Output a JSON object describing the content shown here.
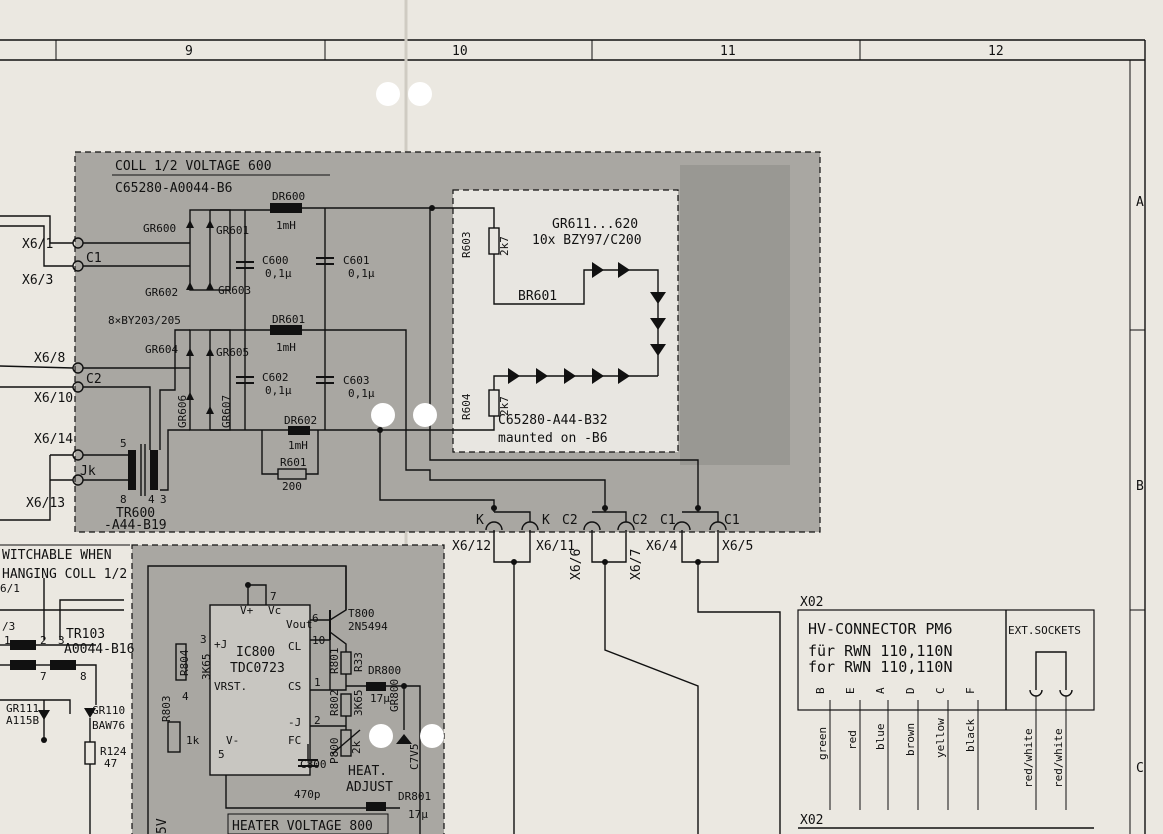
{
  "grid": {
    "columns": [
      "9",
      "10",
      "11",
      "12"
    ],
    "rows": [
      "A",
      "B",
      "C"
    ]
  },
  "coll_board": {
    "title": "COLL 1/2   VOLTAGE 600",
    "part_no": "C65280-A0044-B6",
    "diode_note": "8×BY203/205",
    "diodes": [
      "GR600",
      "GR601",
      "GR602",
      "GR603",
      "GR604",
      "GR605",
      "GR606",
      "GR607"
    ],
    "chokes": [
      {
        "ref": "DR600",
        "value": "1mH"
      },
      {
        "ref": "DR601",
        "value": "1mH"
      },
      {
        "ref": "DR602",
        "value": "1mH"
      }
    ],
    "caps": [
      {
        "ref": "C600",
        "value": "0,1μ"
      },
      {
        "ref": "C601",
        "value": "0,1μ"
      },
      {
        "ref": "C602",
        "value": "0,1μ"
      },
      {
        "ref": "C603",
        "value": "0,1μ"
      }
    ],
    "resistor": {
      "ref": "R601",
      "value": "200"
    },
    "transformer": {
      "ref": "TR600",
      "part": "-A44-B19",
      "pins": [
        "5",
        "8",
        "4",
        "3"
      ]
    },
    "inputs": [
      "X6/1",
      "C1",
      "X6/3",
      "X6/8",
      "C2",
      "X6/10",
      "X6/14",
      "Jk",
      "X6/13"
    ]
  },
  "zener_board": {
    "zener": "GR611...620",
    "zener_type": "10x BZY97/C200",
    "r603": {
      "ref": "R603",
      "value": "2k7"
    },
    "r604": {
      "ref": "R604",
      "value": "2k7"
    },
    "bridge": "BR601",
    "part_no": "C65280-A44-B32",
    "mounted": "maunted on -B6"
  },
  "connectors": {
    "top_labels": [
      "K",
      "K",
      "C2",
      "C2",
      "C1",
      "C1"
    ],
    "bottom_labels": [
      "X6/12",
      "X6/11",
      "X6/6",
      "X6/7",
      "X6/4",
      "X6/5"
    ]
  },
  "heater_board": {
    "ic": {
      "ref": "IC800",
      "type": "TDC0723"
    },
    "transistor": {
      "ref": "T800",
      "type": "2N5494"
    },
    "resistors": [
      "R801",
      "R33",
      "R802",
      "3K65",
      "R803",
      "1k",
      "R804",
      "3K65"
    ],
    "pot": {
      "ref": "P800",
      "value": "2k"
    },
    "choke": {
      "ref": "DR800",
      "value": "17μ"
    },
    "choke2": {
      "ref": "DR801",
      "value": "17μ"
    },
    "cap": {
      "ref": "C800",
      "value": "470p"
    },
    "zener": {
      "ref": "GR800",
      "value": "C7V5"
    },
    "pins": [
      "V+",
      "Vc",
      "Vout",
      "CL",
      "CS",
      "VRST.",
      "+J",
      "-J",
      "FC",
      "V-",
      "3",
      "7",
      "6",
      "10",
      "1",
      "2",
      "4",
      "5"
    ],
    "adjust_1": "HEAT.",
    "adjust_2": "ADJUST",
    "title": "HEATER VOLTAGE 800",
    "side": "5V"
  },
  "left_panel": {
    "switch_1": "WITCHABLE WHEN",
    "switch_2": "HANGING COLL 1/2",
    "tr": {
      "ref": "TR103",
      "part": "A0044-B16"
    },
    "gr110": {
      "ref": "GR110",
      "type": "BAW76"
    },
    "gr111": {
      "ref": "GR111",
      "type": "A115B"
    },
    "r124": {
      "ref": "R124",
      "value": "47"
    },
    "labels": [
      "6/1",
      "/3",
      "1",
      "2",
      "3",
      "7",
      "8"
    ]
  },
  "hv_connector": {
    "ref": "X02",
    "title": "HV-CONNECTOR PM6",
    "for_1": "für RWN 110,110N",
    "for_2": "for RWN 110,110N",
    "ext": "EXT.SOCKETS",
    "pins": [
      "B",
      "E",
      "A",
      "D",
      "C",
      "F"
    ],
    "colors": [
      "green",
      "red",
      "blue",
      "brown",
      "yellow",
      "black"
    ],
    "ext_colors": [
      "red/white",
      "red/white"
    ],
    "ref2": "X02"
  }
}
